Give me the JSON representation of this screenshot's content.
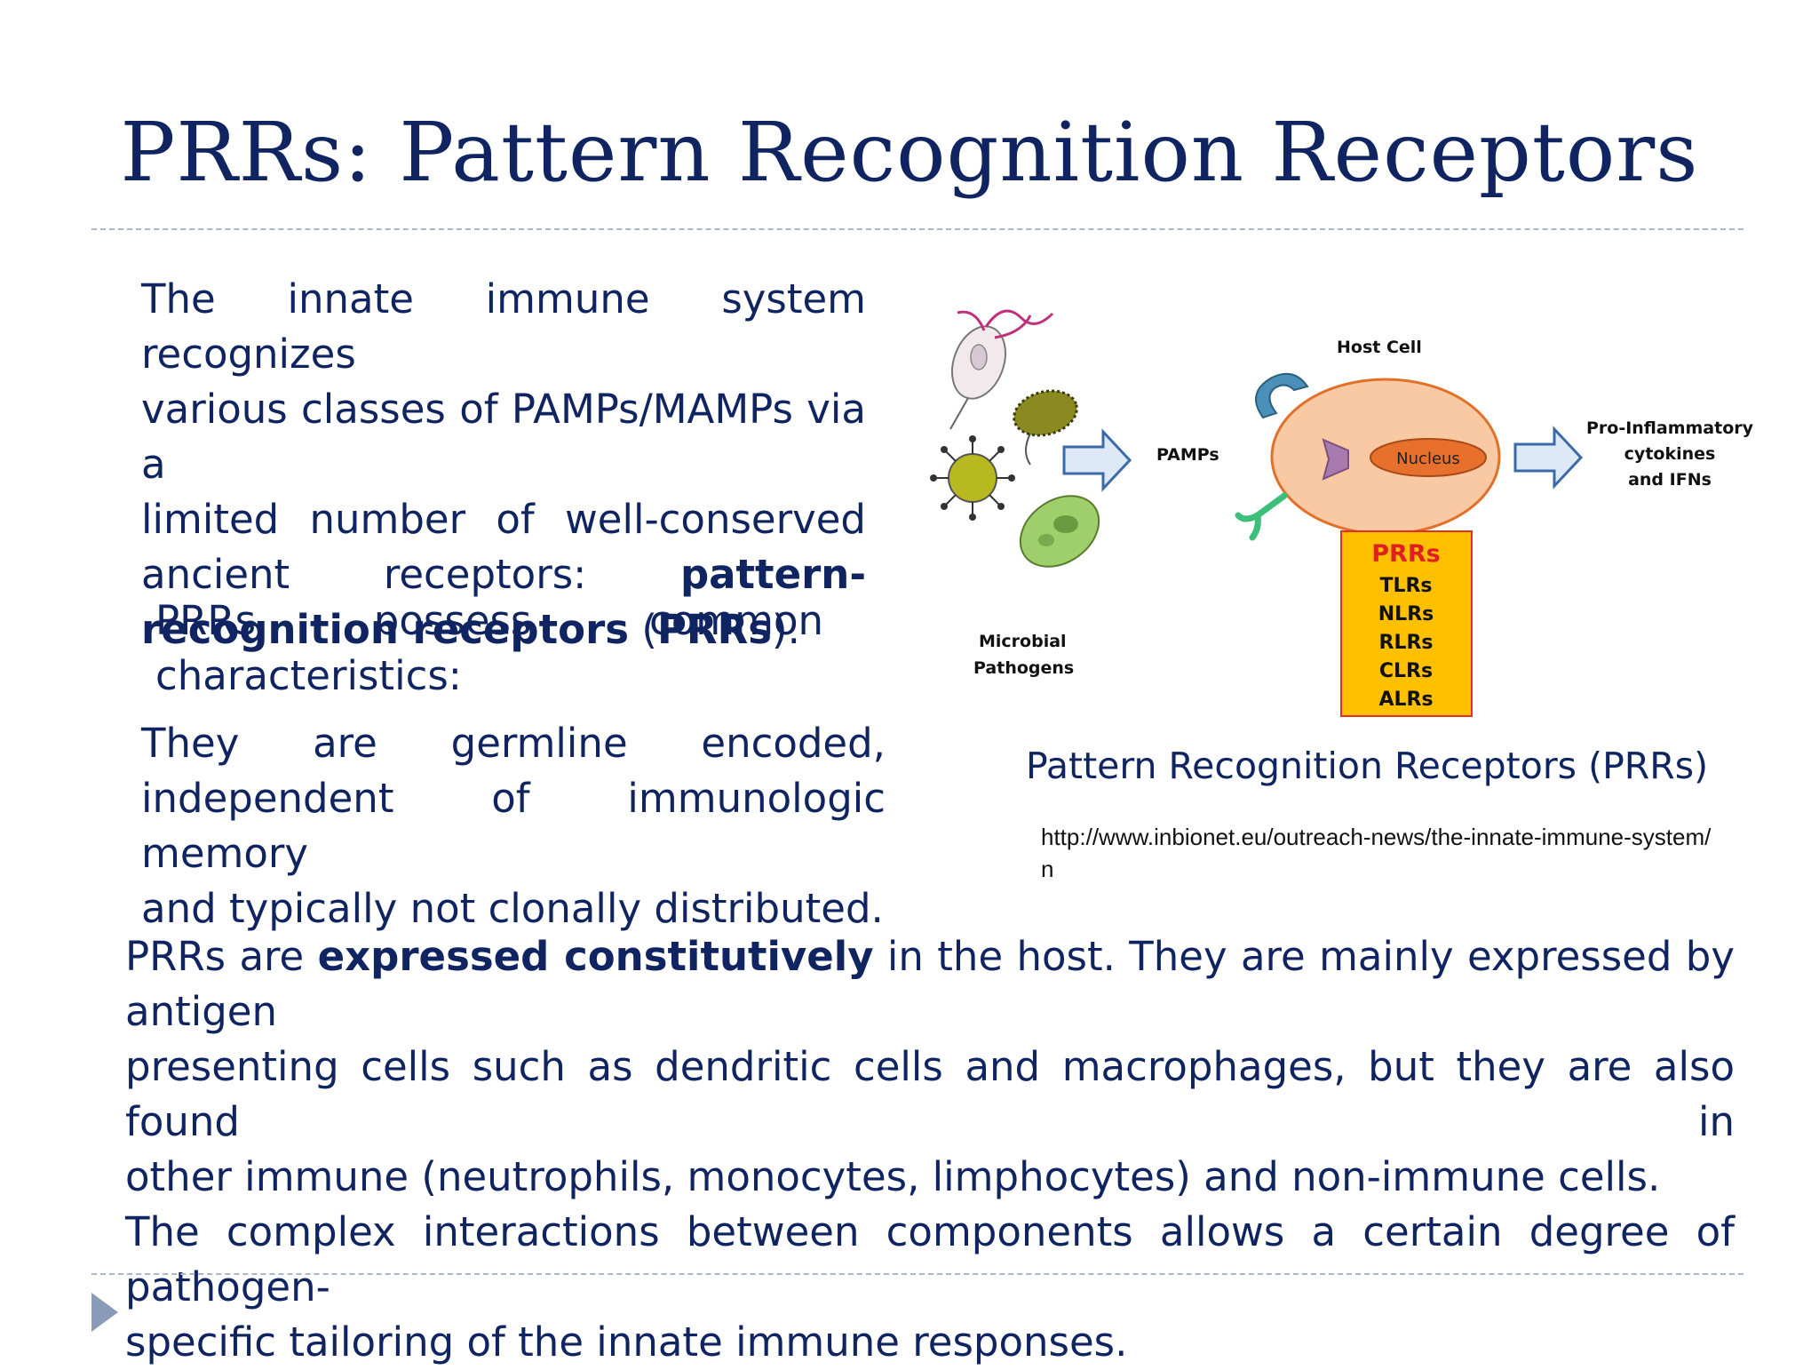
{
  "slide": {
    "title": "PRRs: Pattern Recognition Receptors",
    "intro_lines": [
      "The innate immune system recognizes",
      "various classes of PAMPs/MAMPs via a",
      "limited number of well-conserved",
      "ancient receptors:",
      "pattern-",
      "recognition receptors",
      "PRRs"
    ],
    "common_lines": [
      "PRRs possess common",
      "characteristics:"
    ],
    "germline_lines": [
      "They are germline encoded,",
      "independent of immunologic memory",
      "and typically not clonally distributed."
    ],
    "bottom_lines": [
      "PRRs are",
      "expressed constitutively",
      "in the host. They are mainly expressed by antigen",
      "presenting cells such as dendritic cells and macrophages, but they are also found in",
      "other immune (neutrophils, monocytes, limphocytes) and non-immune cells.",
      "The complex interactions between components allows a certain degree of pathogen-",
      "specific tailoring of the innate immune responses."
    ]
  },
  "figure": {
    "host_cell_label": "Host Cell",
    "nucleus_label": "Nucleus",
    "pamps_label": "PAMPs",
    "output_label_lines": [
      "Pro-Inflammatory",
      "cytokines",
      "and IFNs"
    ],
    "pathogens_label_lines": [
      "Microbial",
      "Pathogens"
    ],
    "prr_box_title": "PRRs",
    "prr_box_items": [
      "TLRs",
      "NLRs",
      "RLRs",
      "CLRs",
      "ALRs"
    ],
    "caption": "Pattern Recognition Receptors (PRRs)",
    "source_url": "http://www.inbionet.eu/outreach-news/the-innate-immune-system/n",
    "colors": {
      "cell_fill": "#f9c9a4",
      "cell_stroke": "#e0702a",
      "nucleus_fill": "#e6702c",
      "arrow_fill": "#dde9f7",
      "arrow_stroke": "#3b6aa8",
      "prr_box_fill": "#ffc000",
      "prr_box_stroke": "#e03020",
      "prr_title_color": "#e02020",
      "receptor_blue": "#4a90b8",
      "receptor_green": "#3cbf7a",
      "receptor_purple": "#a87bb0"
    }
  }
}
